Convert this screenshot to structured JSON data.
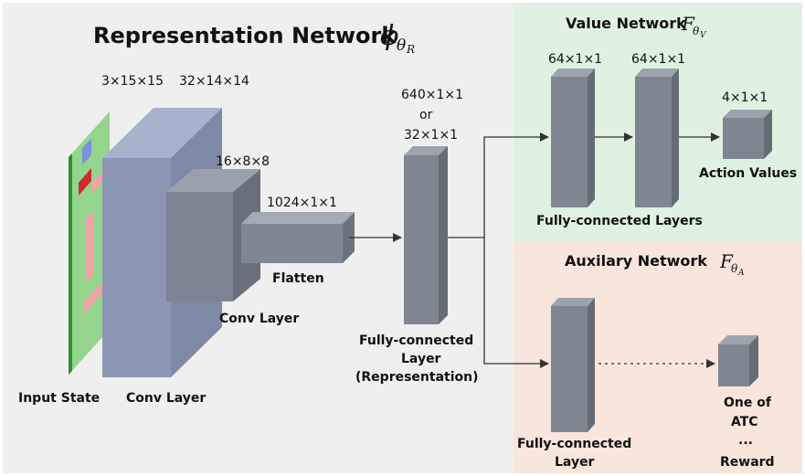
{
  "representation": {
    "title": "Representation Network",
    "title_math": "ϕ",
    "title_math_sub": "θ",
    "title_math_subsub": "R"
  },
  "value": {
    "title": "Value Network",
    "title_math": "F",
    "title_math_sub": "θ",
    "title_math_subsub": "V"
  },
  "auxiliary": {
    "title": "Auxilary Network",
    "title_math": "F",
    "title_math_sub": "θ",
    "title_math_subsub": "A"
  },
  "dims": {
    "input": "3×15×15",
    "conv1": "32×14×14",
    "conv2": "16×8×8",
    "flatten": "1024×1×1",
    "fc_line1": "640×1×1",
    "fc_line2": "or",
    "fc_line3": "32×1×1",
    "value_fc1": "64×1×1",
    "value_fc2": "64×1×1",
    "value_out": "4×1×1"
  },
  "labels": {
    "input_state": "Input State",
    "conv_layer_1": "Conv Layer",
    "conv_layer_2": "Conv Layer",
    "flatten": "Flatten",
    "fc_rep_line1": "Fully-connected",
    "fc_rep_line2": "Layer",
    "fc_rep_line3": "(Representation)",
    "value_fc_layers": "Fully-connected Layers",
    "action_values": "Action Values",
    "aux_fc_line1": "Fully-connected",
    "aux_fc_line2": "Layer",
    "aux_out_line1": "One of",
    "aux_out_line2": "ATC",
    "aux_out_line3": "...",
    "aux_out_line4": "Reward"
  },
  "colors": {
    "rep_bg": "#efefef",
    "value_bg": "#dff2e2",
    "aux_bg": "#f8e5dc",
    "block_front": "#7f8691",
    "block_top": "#9ca3ad",
    "block_side": "#666c76",
    "conv1_front": "#8a96b4",
    "conv2_front": "#7d8494",
    "flatten_front": "#7e8593",
    "input_green": "#93d58a",
    "input_stripe": "#2e8f2a",
    "input_pink": "#f0a3a8",
    "input_red": "#cc2a2f",
    "input_blue": "#7c8fe0",
    "arrow": "#333333"
  }
}
